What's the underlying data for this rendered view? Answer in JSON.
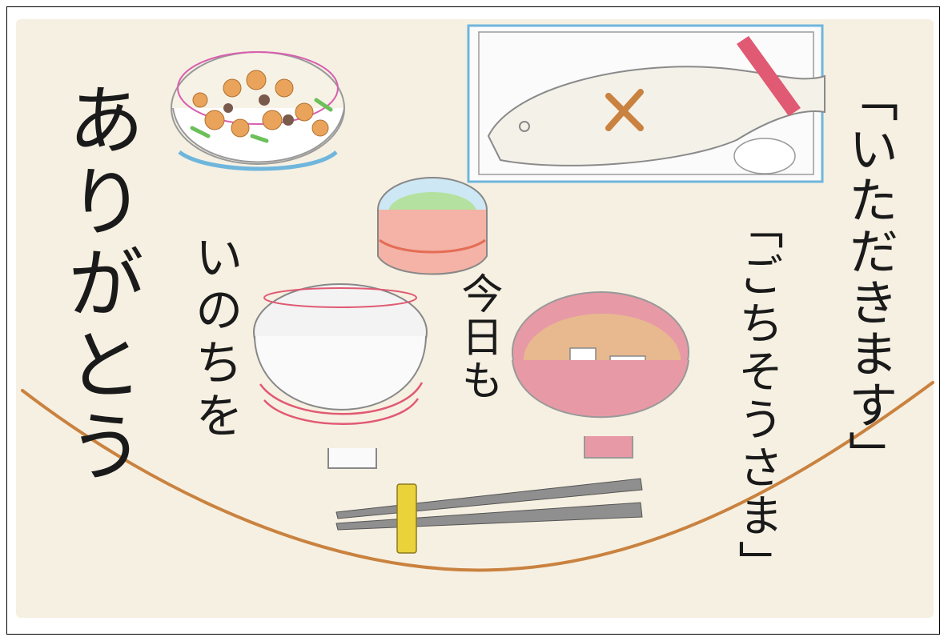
{
  "texts": {
    "itadakimasu": "「いただきます」",
    "gochisousama": "「ごちそうさま」",
    "kyoumo": "今日も",
    "inochiwo": "いのちを",
    "arigatou": "ありがとう"
  },
  "colors": {
    "paper": "#f6f0e2",
    "line": "#c9823f",
    "tray_blue": "#6fb6dd",
    "fish_belly": "#f4f1e9",
    "miso_bowl": "#e79aa6",
    "miso_soup": "#e8b98f",
    "chopsticks": "#8f8f8f",
    "chopstick_rest": "#e9d23a"
  }
}
